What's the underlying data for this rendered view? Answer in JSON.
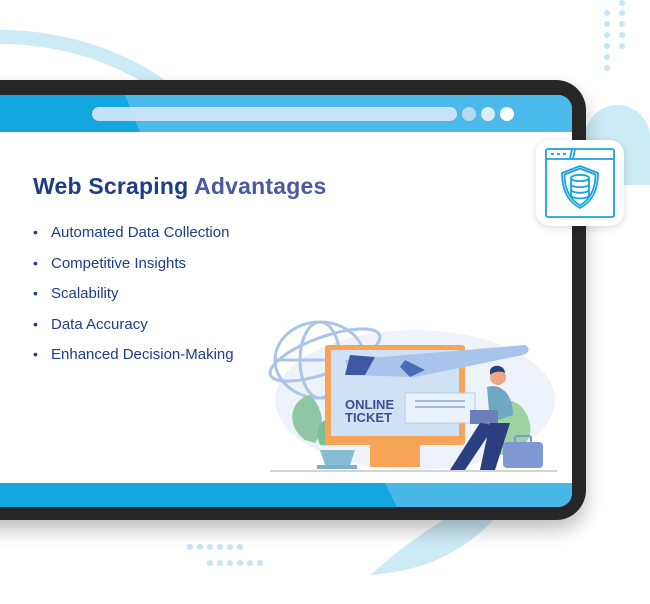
{
  "slide": {
    "title_main": "Web Scraping",
    "title_accent": "Advantages",
    "bullet_glyph": "•",
    "bullets": [
      "Automated Data Collection",
      "Competitive Insights",
      "Scalability",
      "Data Accuracy",
      "Enhanced Decision-Making"
    ]
  },
  "illustration": {
    "ticket_line1": "ONLINE",
    "ticket_line2": "TICKET"
  },
  "icons": {
    "badge": "database-shield-icon",
    "window_dots": [
      "window-dot-1",
      "window-dot-2",
      "window-dot-3"
    ]
  },
  "colors": {
    "heading": "#1d3d85",
    "accent": "#4a5aa0",
    "bar": "#14a7df",
    "frame": "#262626",
    "decor": "#cdeaf7"
  }
}
